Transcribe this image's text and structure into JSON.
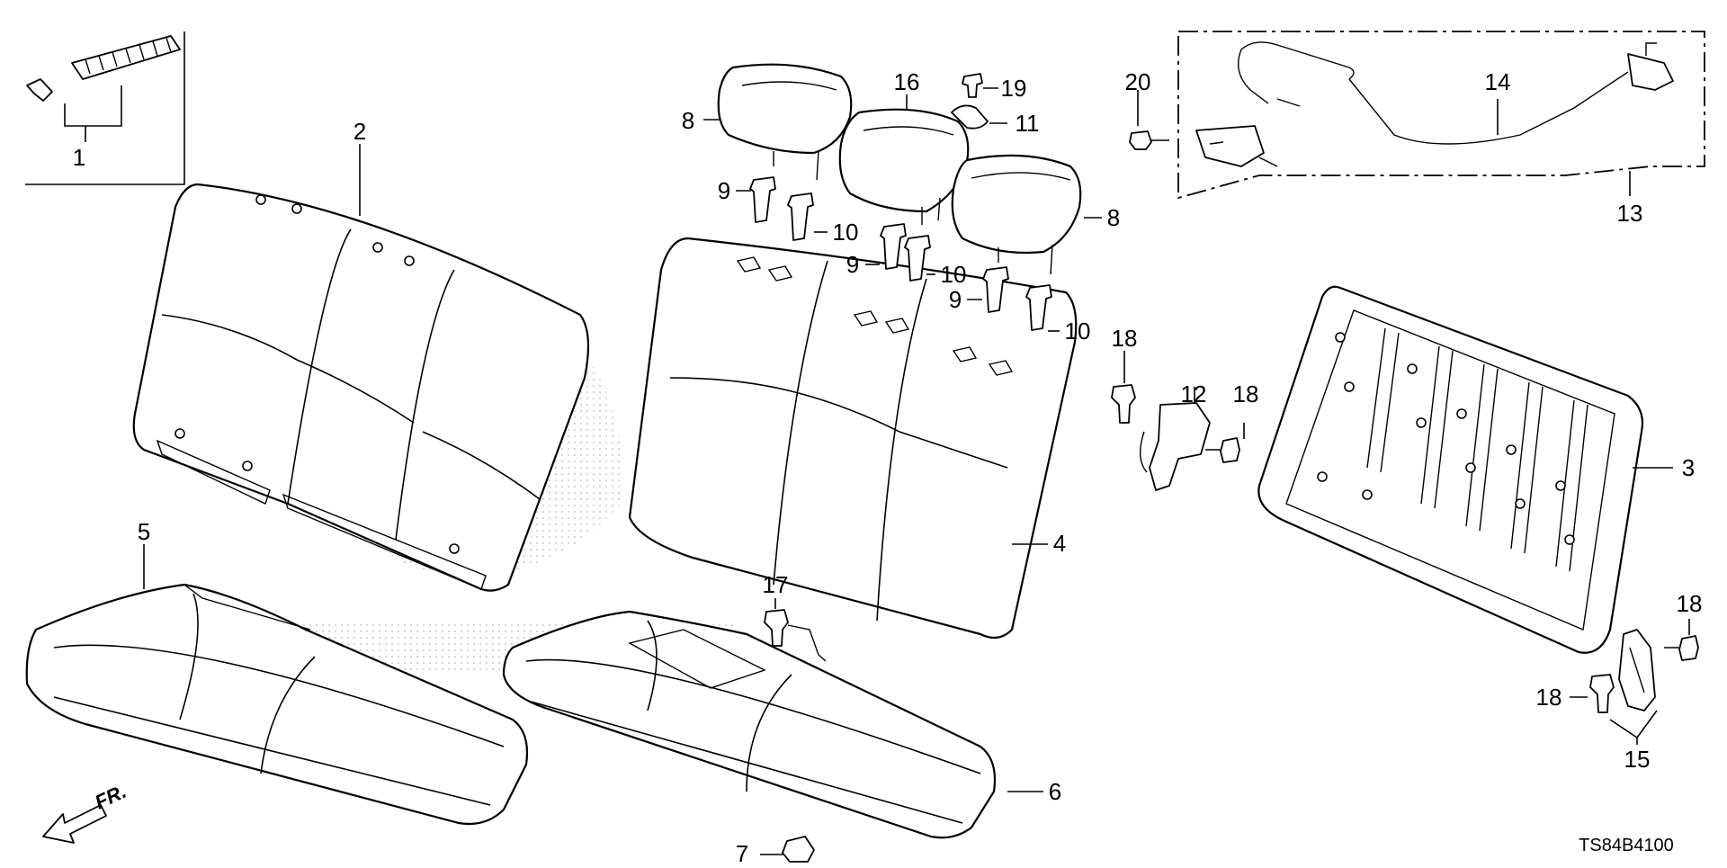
{
  "diagram": {
    "code": "TS84B4100",
    "direction_label": "FR.",
    "callouts": {
      "c1": "1",
      "c2": "2",
      "c3": "3",
      "c4": "4",
      "c5": "5",
      "c6": "6",
      "c7": "7",
      "c8a": "8",
      "c8b": "8",
      "c9a": "9",
      "c9b": "9",
      "c9c": "9",
      "c10a": "10",
      "c10b": "10",
      "c10c": "10",
      "c11": "11",
      "c12": "12",
      "c13": "13",
      "c14": "14",
      "c15": "15",
      "c16": "16",
      "c17": "17",
      "c18a": "18",
      "c18b": "18",
      "c18c": "18",
      "c18d": "18",
      "c19": "19",
      "c20": "20"
    }
  }
}
